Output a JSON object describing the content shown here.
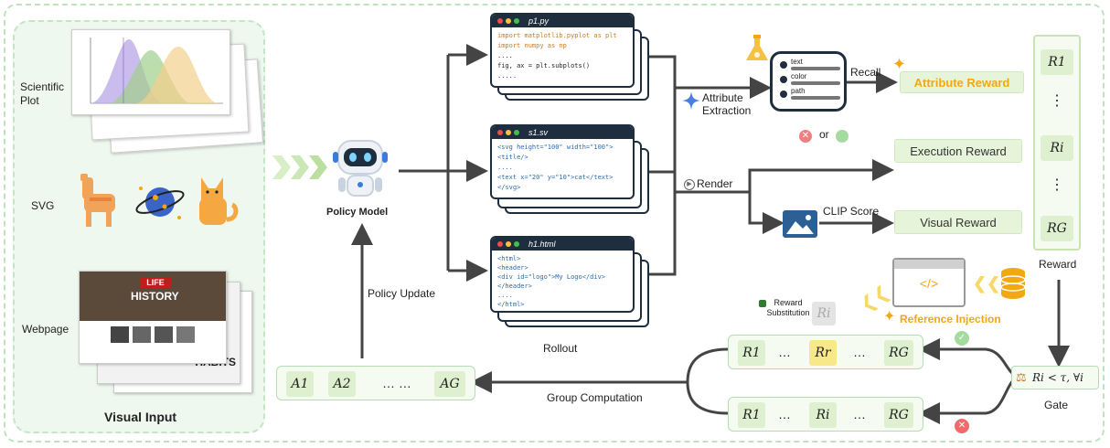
{
  "input_panel": {
    "title": "Visual Input",
    "rows": [
      "Scientific\nPlot",
      "SVG",
      "Webpage"
    ]
  },
  "policy": {
    "label": "Policy Model",
    "update_label": "Policy Update"
  },
  "rollout": {
    "label": "Rollout",
    "windows": [
      {
        "title": "p1.py",
        "code": [
          "import matplotlib.pyplot as plt",
          "import numpy as np",
          "....",
          "fig, ax = plt.subplots()",
          "....."
        ]
      },
      {
        "title": "s1.sv",
        "code": [
          "<svg height=\"100\" width=\"100\">",
          "  <title/>",
          "  ....",
          "  <text x=\"20\" y=\"10\">cat</text>",
          "</svg>"
        ]
      },
      {
        "title": "h1.html",
        "code": [
          "<html>",
          "  <header>",
          "    <div id=\"logo\">My Logo</div>",
          "  </header>",
          "  ....",
          "</html>"
        ]
      }
    ]
  },
  "attribute": {
    "extraction_label": "Attribute\nExtraction",
    "fields": [
      "text",
      "color",
      "path"
    ],
    "recall_label": "Recall"
  },
  "render_label": "Render",
  "or_label": "or",
  "clip_label": "CLIP Score",
  "rewards": {
    "attribute": "Attribute Reward",
    "execution": "Execution Reward",
    "visual": "Visual Reward",
    "column_label": "Reward",
    "column_cells": [
      "R1",
      "⋮",
      "Ri",
      "⋮",
      "RG"
    ]
  },
  "reference": {
    "substitution_label": "Reward\nSubstitution",
    "substituted": "Ri",
    "injection_label": "Reference Injection",
    "code_symbol": "</>"
  },
  "gate": {
    "label": "Gate",
    "condition": "Ri < τ, ∀i"
  },
  "group": {
    "label": "Group Computation",
    "top_row": [
      "R1",
      "…",
      "Rr",
      "…",
      "RG"
    ],
    "bottom_row": [
      "R1",
      "…",
      "Ri",
      "…",
      "RG"
    ],
    "advantages": [
      "A1",
      "A2",
      "… …",
      "AG"
    ]
  },
  "colors": {
    "green_light": "#e6f4da",
    "yellow": "#f7e98a",
    "accent_orange": "#f3a712",
    "dark": "#1f2e3f"
  }
}
